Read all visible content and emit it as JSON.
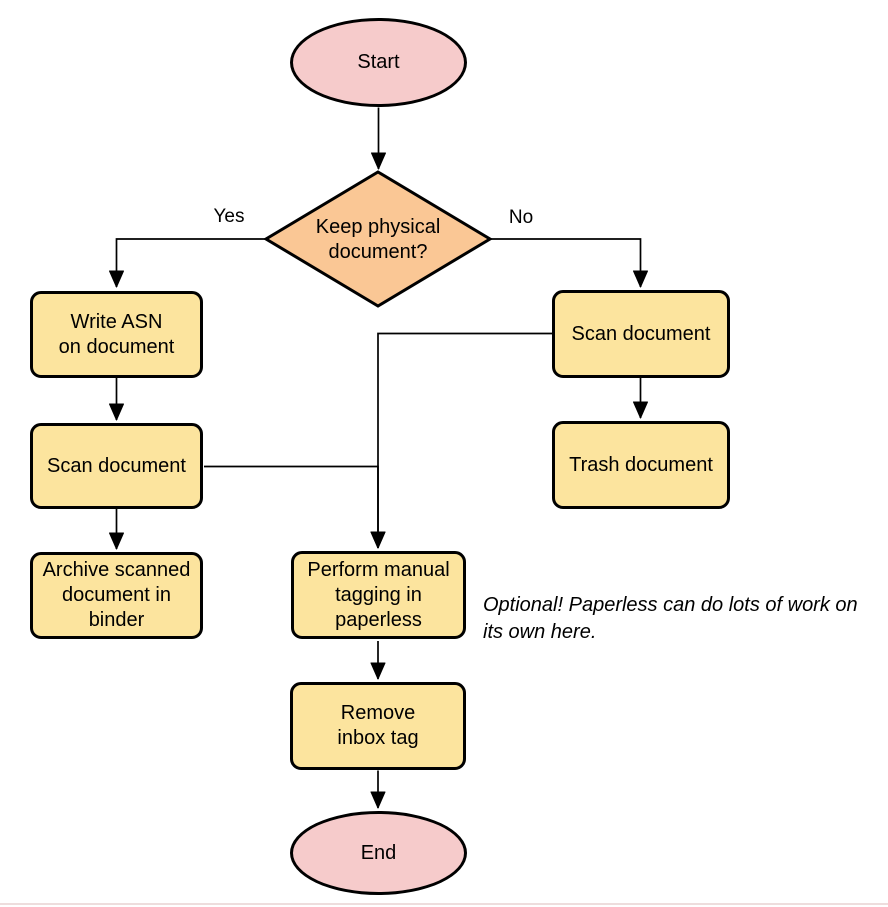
{
  "palette": {
    "terminator_fill": "#F6CBCB",
    "decision_fill": "#FAC795",
    "process_fill": "#FCE49E",
    "stroke": "#000000",
    "rule_color": "#EEDDDD"
  },
  "nodes": {
    "start": {
      "type": "terminator",
      "label": "Start"
    },
    "decision": {
      "type": "decision",
      "label": [
        "Keep physical",
        "document?"
      ]
    },
    "write_asn": {
      "type": "process",
      "label": [
        "Write ASN",
        "on document"
      ]
    },
    "scan_left": {
      "type": "process",
      "label": "Scan document"
    },
    "archive": {
      "type": "process",
      "label": [
        "Archive scanned",
        "document in",
        "binder"
      ]
    },
    "scan_right": {
      "type": "process",
      "label": "Scan document"
    },
    "trash": {
      "type": "process",
      "label": "Trash document"
    },
    "tagging": {
      "type": "process",
      "label": [
        "Perform manual",
        "tagging in",
        "paperless"
      ]
    },
    "remove_inbox": {
      "type": "process",
      "label": [
        "Remove",
        "inbox tag"
      ]
    },
    "end": {
      "type": "terminator",
      "label": "End"
    }
  },
  "edge_labels": {
    "yes": "Yes",
    "no": "No"
  },
  "annotation": {
    "text": [
      "Optional! Paperless can do lots of work on",
      "its own here."
    ]
  }
}
